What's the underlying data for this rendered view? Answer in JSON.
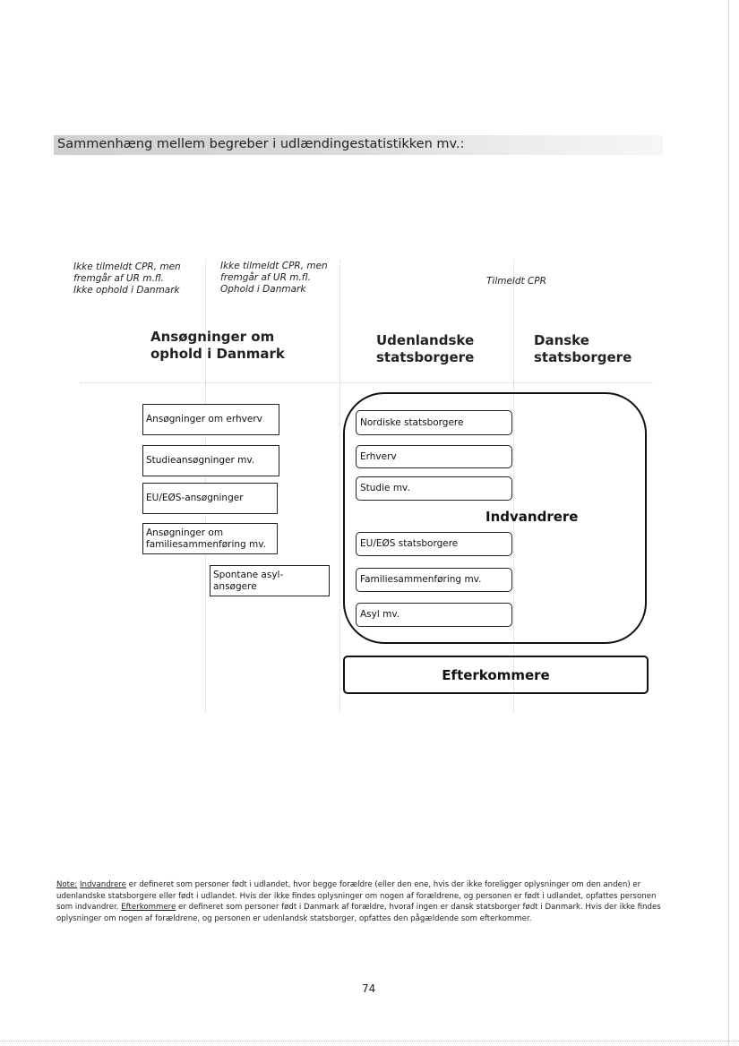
{
  "title": "Sammenhæng mellem begreber i udlændingestatistikken mv.:",
  "column_notes": {
    "left": "Ikke tilmeldt CPR, men\nfremgår af UR m.fl.\nIkke ophold i Danmark",
    "middle": "Ikke tilmeldt CPR, men\nfremgår af UR m.fl.\nOphold i Danmark",
    "right": "Tilmeldt CPR"
  },
  "column_headings": {
    "applications": "Ansøgninger om\nophold i Danmark",
    "foreign": "Udenlandske\nstatsborgere",
    "danish": "Danske\nstatsborgere"
  },
  "application_boxes": [
    "Ansøgninger om erhverv",
    "Studieansøgninger mv.",
    "EU/EØS-ansøgninger",
    "Ansøgninger om\nfamiliesammenføring mv.",
    "Spontane asyl-ansøgere"
  ],
  "citizen_boxes": [
    "Nordiske statsborgere",
    "Erhverv",
    "Studie mv.",
    "EU/EØS statsborgere",
    "Familiesammenføring mv.",
    "Asyl mv."
  ],
  "immigrants_label": "Indvandrere",
  "descendants_label": "Efterkommere",
  "footnote": {
    "note_label": "Note:",
    "term_immigrants": "Indvandrere",
    "text_immigrants": " er defineret som personer født i udlandet, hvor begge forældre (eller den ene, hvis der ikke foreligger oplysninger om den anden) er udenlandske statsborgere eller født i udlandet. Hvis der ikke findes oplysninger om nogen af forældrene, og personen er født i udlandet, opfattes personen som indvandrer. ",
    "term_descendants": "Efterkommere",
    "text_descendants": " er defineret som personer født i Danmark af forældre, hvoraf ingen er dansk statsborger født i Danmark. Hvis der ikke findes oplysninger om nogen af forældrene, og personen er udenlandsk statsborger, opfattes den pågældende som efterkommer."
  },
  "page_number": "74"
}
